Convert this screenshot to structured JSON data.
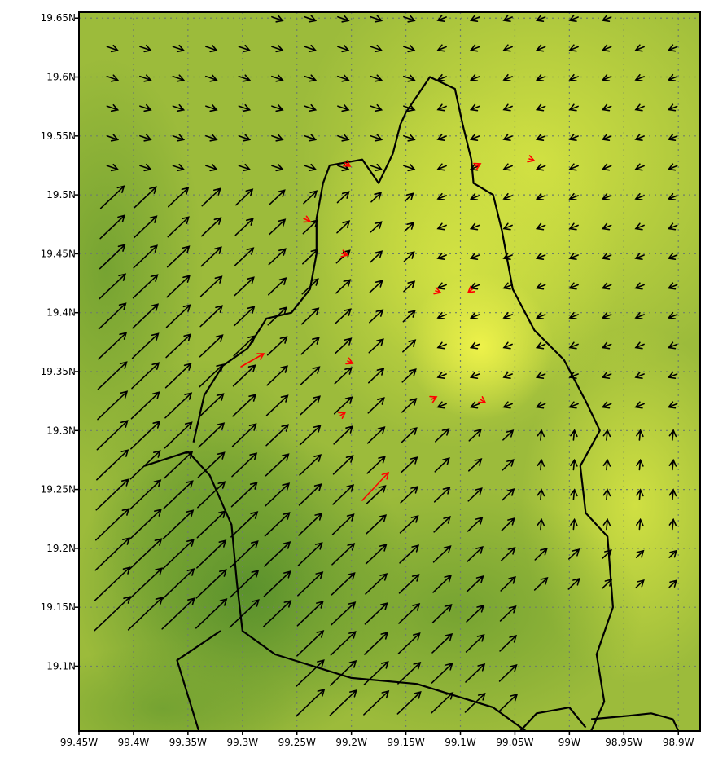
{
  "map": {
    "lon_range": [
      -99.45,
      -98.88
    ],
    "lat_range": [
      19.045,
      19.655
    ],
    "y_ticks": [
      {
        "lat": 19.65,
        "label": "19.65N"
      },
      {
        "lat": 19.6,
        "label": "19.6N"
      },
      {
        "lat": 19.55,
        "label": "19.55N"
      },
      {
        "lat": 19.5,
        "label": "19.5N"
      },
      {
        "lat": 19.45,
        "label": "19.45N"
      },
      {
        "lat": 19.4,
        "label": "19.4N"
      },
      {
        "lat": 19.35,
        "label": "19.35N"
      },
      {
        "lat": 19.3,
        "label": "19.3N"
      },
      {
        "lat": 19.25,
        "label": "19.25N"
      },
      {
        "lat": 19.2,
        "label": "19.2N"
      },
      {
        "lat": 19.15,
        "label": "19.15N"
      },
      {
        "lat": 19.1,
        "label": "19.1N"
      }
    ],
    "x_ticks": [
      {
        "lon": -99.45,
        "label": "99.45W"
      },
      {
        "lon": -99.4,
        "label": "99.4W"
      },
      {
        "lon": -99.35,
        "label": "99.35W"
      },
      {
        "lon": -99.3,
        "label": "99.3W"
      },
      {
        "lon": -99.25,
        "label": "99.25W"
      },
      {
        "lon": -99.2,
        "label": "99.2W"
      },
      {
        "lon": -99.15,
        "label": "99.15W"
      },
      {
        "lon": -99.1,
        "label": "99.1W"
      },
      {
        "lon": -99.05,
        "label": "99.05W"
      },
      {
        "lon": -99.0,
        "label": "99W"
      },
      {
        "lon": -98.95,
        "label": "98.95W"
      },
      {
        "lon": -98.9,
        "label": "98.9W"
      }
    ],
    "gridlines": "dotted",
    "colors": {
      "background_low": "#4f8a2a",
      "background_mid": "#93b53a",
      "background_high": "#e8ef45",
      "boundary": "#000000",
      "arrow": "#000000",
      "highlight_arrow": "#ff0000"
    },
    "boundaries": [
      [
        [
          -99.39,
          19.27
        ],
        [
          -99.35,
          19.282
        ],
        [
          -99.33,
          19.262
        ],
        [
          -99.31,
          19.22
        ],
        [
          -99.305,
          19.17
        ],
        [
          -99.3,
          19.13
        ],
        [
          -99.27,
          19.11
        ],
        [
          -99.2,
          19.09
        ],
        [
          -99.14,
          19.085
        ],
        [
          -99.07,
          19.065
        ],
        [
          -99.04,
          19.045
        ]
      ],
      [
        [
          -99.345,
          19.29
        ],
        [
          -99.335,
          19.33
        ],
        [
          -99.318,
          19.355
        ],
        [
          -99.295,
          19.37
        ],
        [
          -99.278,
          19.395
        ],
        [
          -99.255,
          19.4
        ],
        [
          -99.238,
          19.42
        ],
        [
          -99.232,
          19.45
        ],
        [
          -99.232,
          19.48
        ],
        [
          -99.226,
          19.51
        ],
        [
          -99.22,
          19.525
        ],
        [
          -99.19,
          19.53
        ],
        [
          -99.175,
          19.51
        ],
        [
          -99.162,
          19.535
        ],
        [
          -99.155,
          19.56
        ],
        [
          -99.15,
          19.57
        ],
        [
          -99.128,
          19.6
        ],
        [
          -99.105,
          19.59
        ],
        [
          -99.098,
          19.56
        ],
        [
          -99.09,
          19.53
        ],
        [
          -99.088,
          19.51
        ],
        [
          -99.07,
          19.5
        ],
        [
          -99.062,
          19.47
        ],
        [
          -99.052,
          19.42
        ],
        [
          -99.032,
          19.385
        ],
        [
          -99.005,
          19.36
        ],
        [
          -98.985,
          19.325
        ],
        [
          -98.972,
          19.3
        ],
        [
          -98.99,
          19.27
        ],
        [
          -98.985,
          19.23
        ],
        [
          -98.965,
          19.21
        ],
        [
          -98.96,
          19.15
        ],
        [
          -98.975,
          19.11
        ],
        [
          -98.968,
          19.07
        ],
        [
          -98.98,
          19.045
        ]
      ],
      [
        [
          -99.32,
          19.13
        ],
        [
          -99.36,
          19.105
        ],
        [
          -99.34,
          19.045
        ]
      ],
      [
        [
          -99.045,
          19.045
        ],
        [
          -99.03,
          19.06
        ],
        [
          -99.0,
          19.065
        ],
        [
          -98.985,
          19.048
        ]
      ],
      [
        [
          -98.98,
          19.055
        ],
        [
          -98.945,
          19.058
        ],
        [
          -98.925,
          19.06
        ],
        [
          -98.905,
          19.055
        ],
        [
          -98.9,
          19.045
        ]
      ]
    ]
  }
}
